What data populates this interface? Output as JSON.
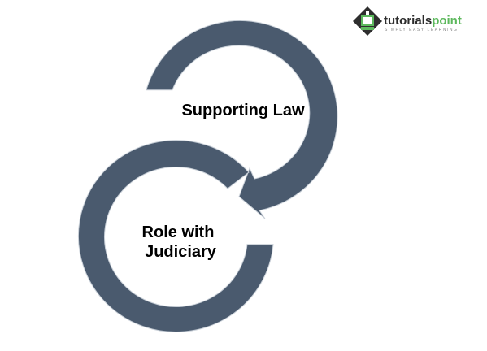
{
  "logo": {
    "name_part1": "tutorials",
    "name_part2": "point",
    "tagline": "SIMPLY EASY LEARNING",
    "color_dark": "#2c2c2c",
    "color_green": "#5cb85c"
  },
  "diagram": {
    "arc_color": "#4a5a6e",
    "top_cycle": {
      "label": "Supporting Law"
    },
    "bottom_cycle": {
      "label_line1": "Role with",
      "label_line2": "Judiciary"
    }
  }
}
